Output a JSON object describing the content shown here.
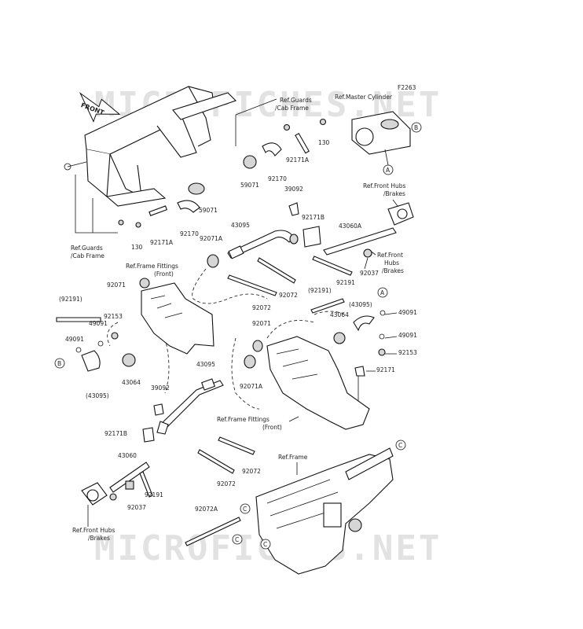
{
  "diagram_code": "F2263",
  "watermark": "MICROFICHES.NET",
  "front_label": "FRONT",
  "labels": {
    "ref_master_cylinder": "Ref.Master Cylinder",
    "ref_guards_top_1": "Ref.Guards",
    "ref_guards_top_2": "/Cab Frame",
    "ref_guards_left_1": "Ref.Guards",
    "ref_guards_left_2": "/Cab Frame",
    "ref_front_hubs_top_1": "Ref.Front Hubs",
    "ref_front_hubs_top_2": "/Brakes",
    "ref_front_hubs_mid_1": "Ref.Front",
    "ref_front_hubs_mid_2": "Hubs",
    "ref_front_hubs_mid_3": "/Brakes",
    "ref_frame_fittings_top_1": "Ref.Frame Fittings",
    "ref_frame_fittings_top_2": "(Front)",
    "ref_frame_fittings_bot_1": "Ref.Frame Fittings",
    "ref_frame_fittings_bot_2": "(Front)",
    "ref_front_hubs_bot_1": "Ref.Front Hubs",
    "ref_front_hubs_bot_2": "/Brakes",
    "ref_frame": "Ref.Frame"
  },
  "callouts": [
    "A",
    "B",
    "C"
  ],
  "parts": {
    "p130_top": "130",
    "p130_left": "130",
    "p59071_top": "59071",
    "p59071_left": "59071",
    "p92170_top": "92170",
    "p92170_left": "92170",
    "p92171A_top": "92171A",
    "p92171A_left": "92171A",
    "p39092_top": "39092",
    "p39092_bot": "39092",
    "p92171B_top": "92171B",
    "p92171B_bot": "92171B",
    "p43095_top": "43095",
    "p43095_mid": "43095",
    "p43095_left": "(43095)",
    "p43095_right": "(43095)",
    "p43060A": "43060A",
    "p43060": "43060",
    "p92071A_top": "92071A",
    "p92071A_mid": "92071A",
    "p92071_left": "92071",
    "p92071_mid": "92071",
    "p92037_top": "92037",
    "p92037_bot": "92037",
    "p92191_top": "92191",
    "p92191_left": "(92191)",
    "p92191_right": "(92191)",
    "p92191_bot": "92191",
    "p92072_a": "92072",
    "p92072_b": "92072",
    "p92072_c": "92072",
    "p92072_d": "92072",
    "p92072A": "92072A",
    "p92153_left": "92153",
    "p92153_right": "92153",
    "p49091_a": "49091",
    "p49091_b": "49091",
    "p49091_c": "49091",
    "p49091_d": "49091",
    "p43064_left": "43064",
    "p43064_right": "43064",
    "p92171": "92171"
  }
}
